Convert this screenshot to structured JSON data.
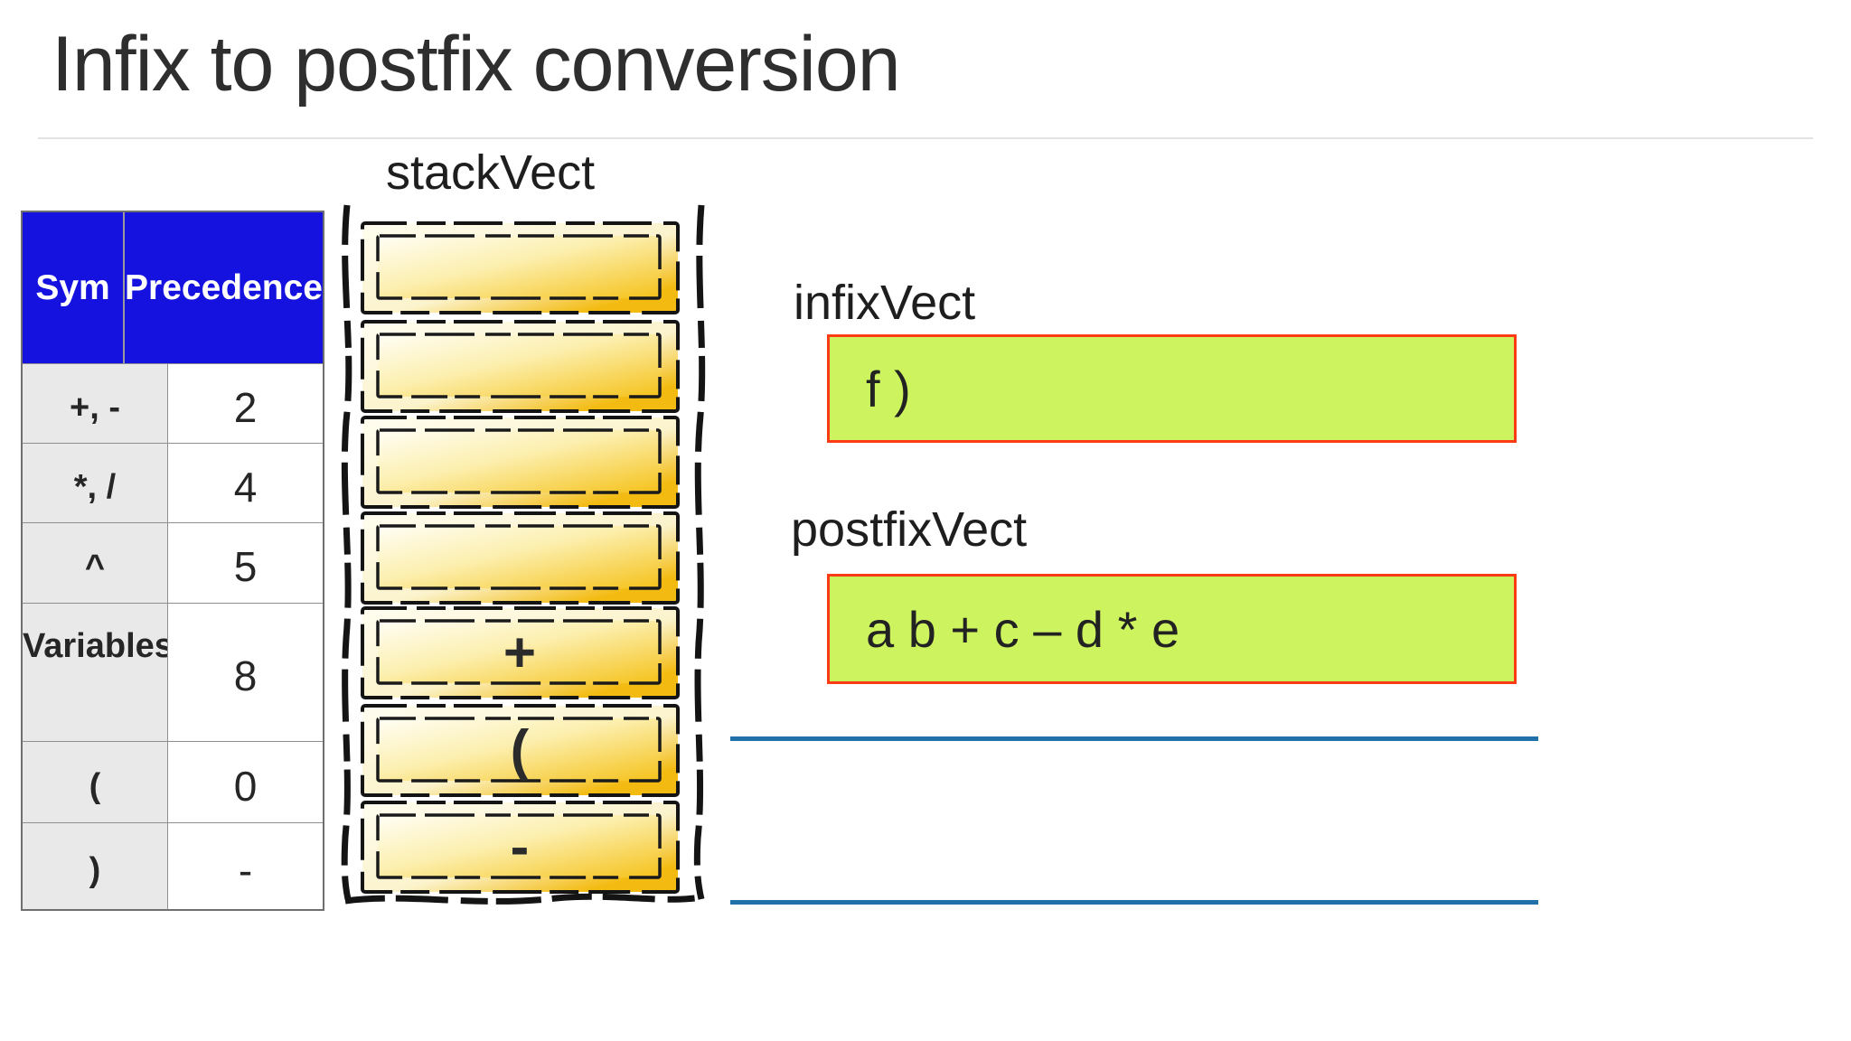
{
  "title": "Infix to postfix conversion",
  "precedence_table": {
    "headers": [
      "Sym",
      "Precedence"
    ],
    "rows": [
      {
        "symbol": "+, -",
        "precedence": "2"
      },
      {
        "symbol": "*, /",
        "precedence": "4"
      },
      {
        "symbol": "^",
        "precedence": "5"
      },
      {
        "symbol": "Variables",
        "precedence": "8"
      },
      {
        "symbol": "(",
        "precedence": "0"
      },
      {
        "symbol": ")",
        "precedence": "-"
      }
    ]
  },
  "stack": {
    "label": "stackVect",
    "cells": [
      "",
      "",
      "",
      "",
      "+",
      "(",
      "-"
    ]
  },
  "infix": {
    "label": "infixVect",
    "content": "f )"
  },
  "postfix": {
    "label": "postfixVect",
    "content": "a b + c – d * e"
  },
  "colors": {
    "header-blue": "#1512E0",
    "row-gray": "#E9E9E9",
    "green-fill": "#CDF45F",
    "green-border": "#FB3A16",
    "blue-line": "#2071A8",
    "gold": "#F5C21A",
    "gold-pale": "#FFFEF4",
    "ink": "#141414",
    "title-color": "#2E2E2E",
    "text-dark": "#262626"
  }
}
